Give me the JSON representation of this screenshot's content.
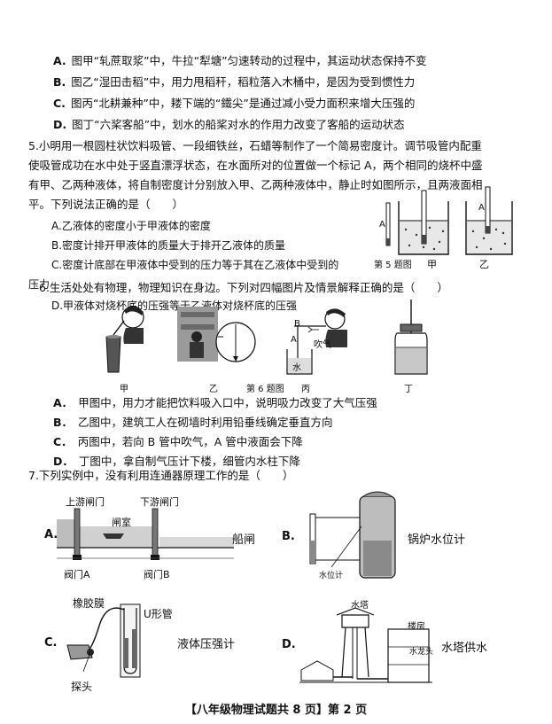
{
  "q4_options": {
    "A": {
      "letter": "A.",
      "text": "图甲“轧蔗取浆”中，牛拉“犁塘”匀速转动的过程中，其运动状态保持不变"
    },
    "B": {
      "letter": "B.",
      "text": "图乙“湿田击稻”中，用力甩稻秆，稻粒落入木桶中，是因为受到惯性力"
    },
    "C": {
      "letter": "C.",
      "text": "图丙“北耕兼种”中，耧下端的“鐵尖”是通过减小受力面积来增大压强的"
    },
    "D": {
      "letter": "D.",
      "text": "图丁“六桨客船”中，划水的船桨对水的作用力改变了客船的运动状态"
    }
  },
  "q5": {
    "lines": [
      "5.小明用一根圆柱状饮料吸管、一段细铁丝，石蜡等制作了一个简易密度计。调节吸管内配重",
      "使吸管成功在水中处于竖直漂浮状态，在水面所对的位置做一个标记 A，两个相同的烧杯中盛",
      "有甲、乙两种液体，将自制密度计分别放入甲、乙两种液体中，静止时如图所示，且两液面相",
      "平。下列说法正确的是（　　）"
    ],
    "options": {
      "A": "A.乙液体的密度小于甲液体的密度",
      "B": "B.密度计排开甲液体的质量大于排开乙液体的质量",
      "C1": "C.密度计底部在甲液体中受到的压力等于其在乙液体中受到的",
      "C2": "压力",
      "D": "D.甲液体对烧杯底的压强等于乙液体对烧杯底的压强"
    },
    "figure": {
      "caption": "第 5 题图",
      "label_jia": "甲",
      "label_yi": "乙",
      "mark": "A"
    }
  },
  "q6": {
    "stem": "6.生活处处有物理，物理知识在身边。下列对四幅图片及情景解释正确的是（　　）",
    "figure": {
      "jia": "甲",
      "yi": "乙",
      "caption": "第 6 题图",
      "bing": "丙",
      "ding": "丁",
      "tube_a": "A",
      "tube_b": "B",
      "blow": "吹气",
      "water": "水"
    },
    "options": {
      "A": {
        "letter": "A．",
        "text": "甲图中，用力才能把饮料吸入口中，说明吸力改变了大气压强"
      },
      "B": {
        "letter": "B．",
        "text": "乙图中，建筑工人在砌墙时利用铅垂线确定垂直方向"
      },
      "C": {
        "letter": "C．",
        "text": "丙图中，若向 B 管中吹气，A 管中液面会下降"
      },
      "D": {
        "letter": "D．",
        "text": "丁图中，拿自制气压计下楼，细管内水柱下降"
      }
    }
  },
  "q7": {
    "stem": "7.下列实例中，没有利用连通器原理工作的是（　　）",
    "A": {
      "letter": "A.",
      "upper_gate": "上游闸门",
      "lower_gate": "下游闸门",
      "chamber": "闸室",
      "name": "船闸",
      "valve_a": "阀门A",
      "valve_b": "阀门B"
    },
    "B": {
      "letter": "B.",
      "name": "锅炉水位计",
      "gauge": "水位计"
    },
    "C": {
      "letter": "C.",
      "membrane": "橡胶膜",
      "utube": "U形管",
      "name": "液体压强计",
      "probe": "探头"
    },
    "D": {
      "letter": "D.",
      "tower": "水塔",
      "building": "楼房",
      "tap": "水龙头",
      "name": "水塔供水"
    }
  },
  "footer": "【八年级物理试题共 8 页】第 2 页"
}
